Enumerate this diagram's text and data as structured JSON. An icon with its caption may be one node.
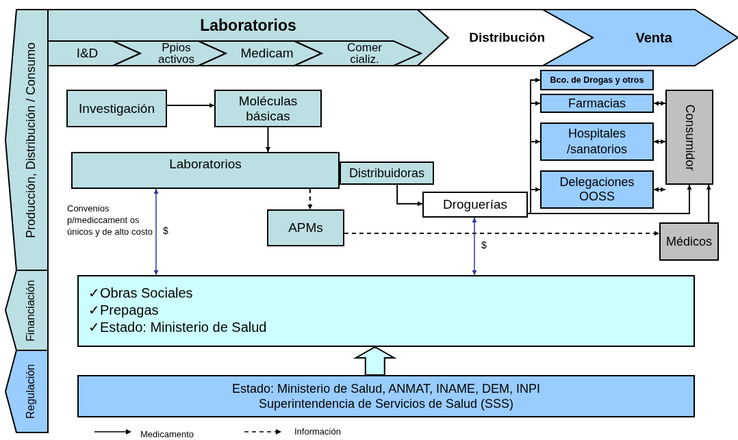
{
  "diagram": {
    "nodes": [
      {
        "text": [
          "Producción, Distribución / Consumo"
        ]
      },
      {
        "text": [
          "Financiación"
        ]
      },
      {
        "text": [
          "Regulación"
        ]
      },
      {
        "text": [
          "Laboratorios"
        ]
      },
      {
        "text": [
          "I&D"
        ],
        "in": 3
      },
      {
        "text": [
          "Ppios activos"
        ],
        "in": 3
      },
      {
        "text": [
          "Medicam"
        ],
        "in": 3
      },
      {
        "text": [
          "Comer cializ."
        ],
        "in": 3
      },
      {
        "text": [
          "Distribución"
        ]
      },
      {
        "text": [
          "Venta"
        ]
      },
      {
        "text": [
          "Investigación"
        ]
      },
      {
        "text": [
          "Moléculas básicas"
        ]
      },
      {
        "text": [
          "Laboratorios"
        ]
      },
      {
        "text": [
          "Distribuidoras"
        ]
      },
      {
        "text": [
          "Droguerías"
        ]
      },
      {
        "text": [
          "APMs"
        ]
      },
      {
        "text": [
          "Bco. de Drogas y otros"
        ]
      },
      {
        "text": [
          "Farmacias"
        ]
      },
      {
        "text": [
          "Hospitales /sanatorios"
        ]
      },
      {
        "text": [
          "Delegaciones OOSS"
        ]
      },
      {
        "text": [
          "Consumidor"
        ]
      },
      {
        "text": [
          "Médicos"
        ]
      },
      {
        "text": [
          "✓Obras Sociales",
          "✓Prepagas",
          "✓Estado: Ministerio de Salud"
        ]
      },
      {
        "text": [
          "Estado: Ministerio de Salud, ANMAT, INAME, DEM, INPI",
          "Superintendencia de Servicios de Salud (SSS)"
        ]
      }
    ],
    "edges": [
      {
        "from": 10,
        "to": 11,
        "arrow": "to"
      },
      {
        "from": 11,
        "to": 12,
        "arrow": "to"
      },
      {
        "from": 12,
        "to": 15,
        "arrow": "to",
        "style": "dashed"
      },
      {
        "from": 13,
        "to": 14,
        "arrow": "to"
      },
      {
        "from": 14,
        "to": 16,
        "arrow": "to"
      },
      {
        "from": 14,
        "to": 17,
        "arrow": "to"
      },
      {
        "from": 14,
        "to": 18,
        "arrow": "to"
      },
      {
        "from": 14,
        "to": 19,
        "arrow": "to"
      },
      {
        "from": 14,
        "to": 20,
        "arrow": "to"
      },
      {
        "from": 21,
        "to": 20,
        "arrow": "to"
      },
      {
        "from": 15,
        "to": 21,
        "arrow": "to",
        "style": "dashed"
      },
      {
        "from": 17,
        "to": 20,
        "arrow": "both"
      },
      {
        "from": 18,
        "to": 20,
        "arrow": "both"
      },
      {
        "from": 19,
        "to": 20,
        "arrow": "both"
      },
      {
        "from": 22,
        "to": 12,
        "arrow": "both",
        "label": "$",
        "color": "#333399"
      },
      {
        "from": 22,
        "to": 14,
        "arrow": "both",
        "label": "$",
        "color": "#333399"
      },
      {
        "from": 23,
        "to": 22,
        "arrow": "to",
        "style": "thick"
      }
    ],
    "labels": [
      "Convenios p/mediccament os únicos y de alto costo"
    ],
    "legend": [
      {
        "text": "Medicamento"
      },
      {
        "text": "Información"
      }
    ]
  }
}
